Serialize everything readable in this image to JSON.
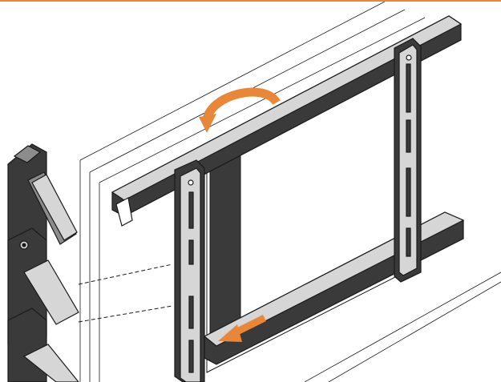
{
  "colors": {
    "accent": "#E8863A",
    "background": "#FFFFFF",
    "outline": "#1A1A1A",
    "shade_dark": "#3A3A3A",
    "shade_mid": "#8C8C8C",
    "shade_light": "#D6D6D6"
  },
  "illustration": {
    "subject": "tv-wall-mount-installation",
    "arrows": [
      "rotate-arrow-top",
      "slide-arrow-bottom"
    ]
  }
}
